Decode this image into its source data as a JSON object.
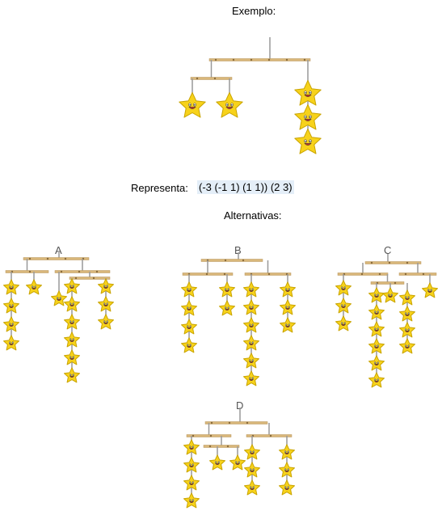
{
  "title": "Exemplo:",
  "represents_label": "Representa:",
  "represents_value": "(-3 (-1 1) (1 1)) (2 3)",
  "alternatives_label": "Alternativas:",
  "mobiles": [
    {
      "label": "A"
    },
    {
      "label": "B"
    },
    {
      "label": "C"
    },
    {
      "label": "D"
    }
  ],
  "colors": {
    "bar": "#d9b77a",
    "string": "#999999",
    "star": "#f7d21b",
    "star_edge": "#c9a400",
    "highlight": "#e4eef8"
  }
}
